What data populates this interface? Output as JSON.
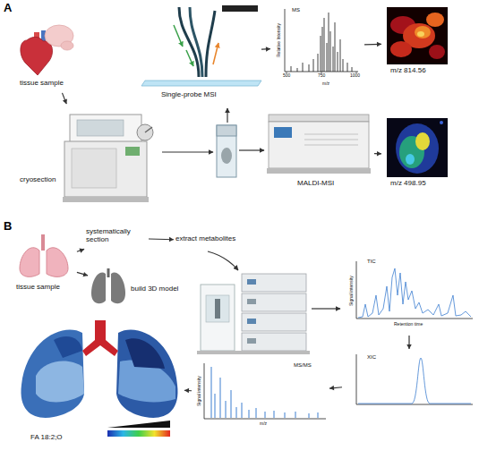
{
  "diagram": {
    "nodes": [
      {
        "text": [
          "tissue sample"
        ]
      },
      {
        "text": [
          "cryosection"
        ]
      },
      {
        "text": [
          "Single-probe MSI"
        ]
      },
      {
        "text": [
          "MS",
          "Relative Intensity",
          "500",
          "750",
          "1000",
          "m/z"
        ]
      },
      {
        "text": [
          "m/z 814.56"
        ]
      },
      {
        "text": [
          "MALDI-MSI"
        ]
      },
      {
        "text": [
          "m/z 498.95"
        ]
      },
      {
        "text": [
          "tissue sample"
        ]
      },
      {
        "text": [
          "systematically section"
        ]
      },
      {
        "text": [
          "extract metabolites"
        ]
      },
      {
        "text": [
          "build 3D model"
        ]
      },
      {
        "text": [
          "TIC",
          "Signal intensity",
          "Retention time"
        ]
      },
      {
        "text": [
          "XIC"
        ]
      },
      {
        "text": [
          "MS/MS",
          "Signal intensity",
          "m/z"
        ]
      },
      {
        "text": [
          "FA 18:2;O"
        ]
      }
    ],
    "edges": [
      {
        "from": 0,
        "to": 1,
        "arrow": "to"
      },
      {
        "from": 2,
        "to": 3,
        "arrow": "to"
      },
      {
        "from": 3,
        "to": 4,
        "arrow": "to"
      },
      {
        "from": 5,
        "to": 6,
        "arrow": "to"
      },
      {
        "from": 7,
        "to": 8,
        "arrow": "to"
      },
      {
        "from": 7,
        "to": 10,
        "arrow": "to"
      },
      {
        "from": 8,
        "to": 9,
        "arrow": "to"
      },
      {
        "from": 11,
        "to": 12,
        "arrow": "to"
      },
      {
        "from": 12,
        "to": 13,
        "arrow": "to"
      },
      {
        "from": 13,
        "to": 14,
        "arrow": "to"
      }
    ],
    "labels": [
      "A",
      "B"
    ]
  }
}
